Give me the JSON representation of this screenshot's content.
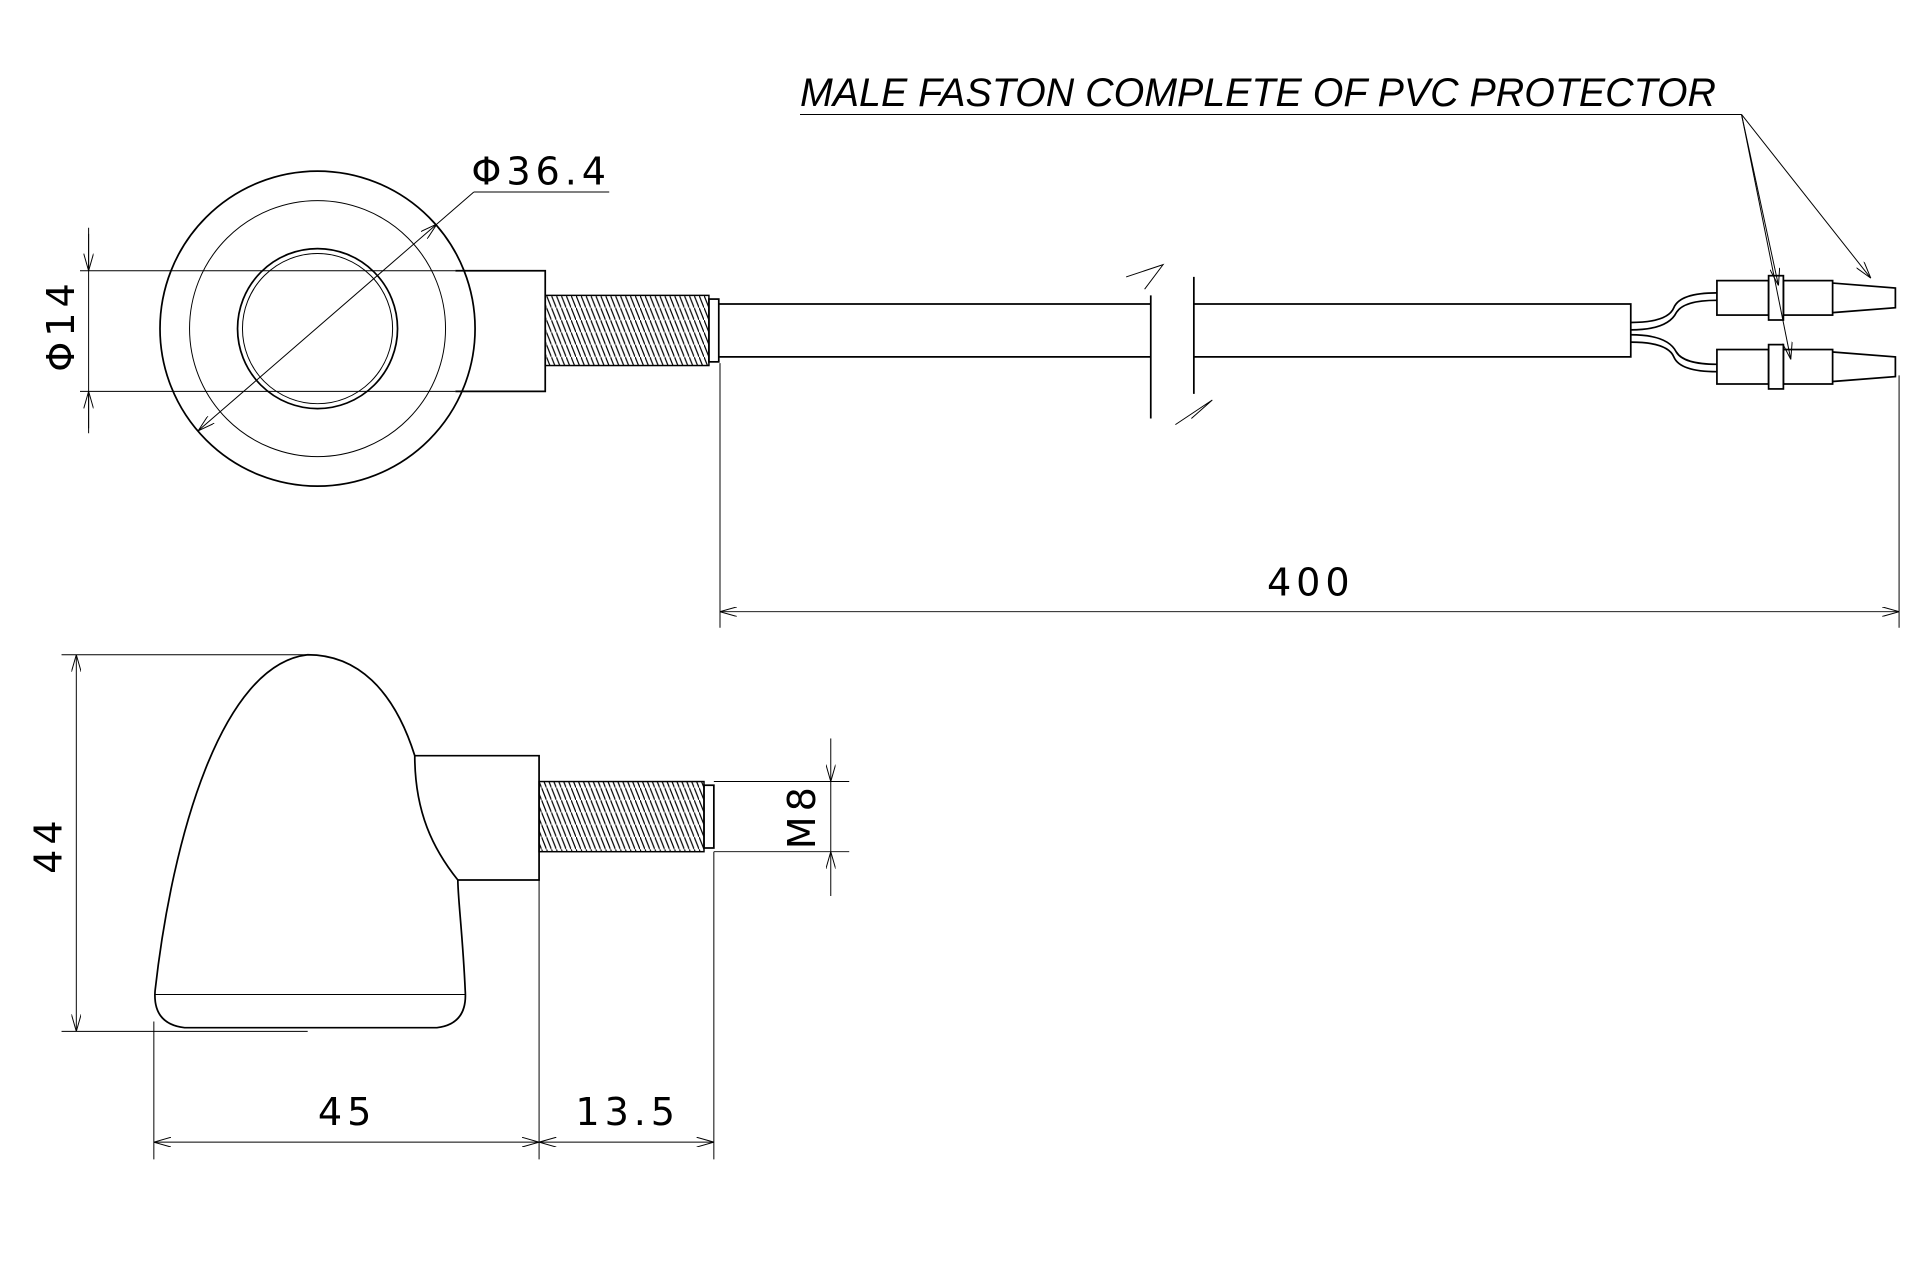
{
  "note": {
    "label": "MALE FASTON COMPLETE OF PVC PROTECTOR"
  },
  "dimensions": {
    "lens_diameter": "Φ14",
    "body_diameter": "Φ36.4",
    "cable_length": "400",
    "height": "44",
    "body_length": "45",
    "thread_length": "13.5",
    "thread_size": "M8"
  },
  "colors": {
    "line": "#000000",
    "background": "#ffffff"
  }
}
